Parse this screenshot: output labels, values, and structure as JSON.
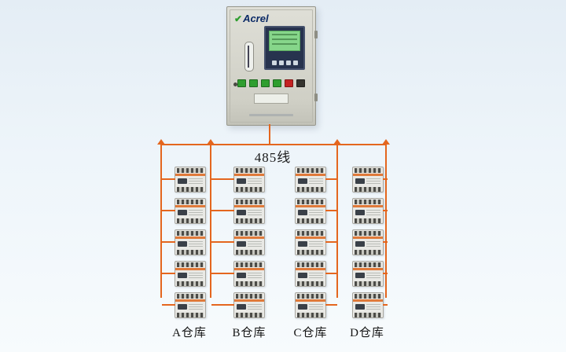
{
  "bus": {
    "label": "485线",
    "color": "#e4661e"
  },
  "cabinet": {
    "brand": "Acrel",
    "screen_color": "#86d68a",
    "button_colors": [
      "#2f9e2f",
      "#2f9e2f",
      "#2f9e2f",
      "#2f9e2f",
      "#c42222",
      "#35342f"
    ]
  },
  "device": {
    "accent": "#e07a3a"
  },
  "columns": [
    {
      "label": "A仓库",
      "device_count": 5
    },
    {
      "label": "B仓库",
      "device_count": 5
    },
    {
      "label": "C仓库",
      "device_count": 5
    },
    {
      "label": "D仓库",
      "device_count": 5
    }
  ]
}
